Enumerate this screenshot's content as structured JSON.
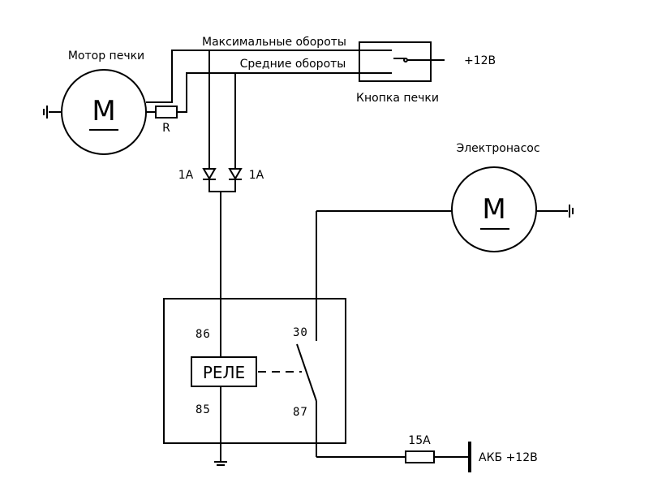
{
  "diagram": {
    "heater_motor": {
      "title": "Мотор печки",
      "symbol": "M"
    },
    "pump": {
      "title": "Электронасос",
      "symbol": "M"
    },
    "resistor": {
      "label": "R"
    },
    "wires": {
      "max_speed": "Максимальные обороты",
      "mid_speed": "Средние обороты"
    },
    "switch": {
      "title": "Кнопка печки",
      "supply": "+12В"
    },
    "diodes": {
      "left": "1А",
      "right": "1А"
    },
    "relay": {
      "title": "РЕЛЕ",
      "pin86": "86",
      "pin85": "85",
      "pin30": "30",
      "pin87": "87"
    },
    "fuse": {
      "label": "15А"
    },
    "battery": {
      "label": "АКБ +12В"
    }
  }
}
